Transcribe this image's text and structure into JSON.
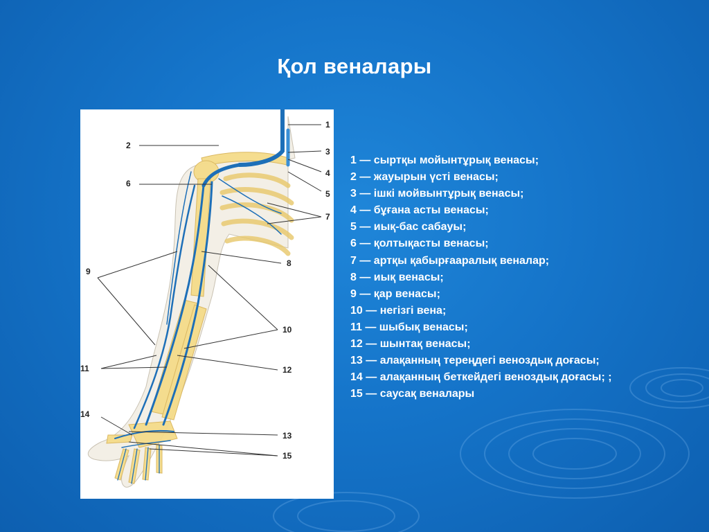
{
  "slide": {
    "title": "Қол веналары"
  },
  "figure": {
    "labels": [
      "1",
      "2",
      "3",
      "4",
      "5",
      "6",
      "7",
      "8",
      "9",
      "10",
      "11",
      "12",
      "13",
      "14",
      "15"
    ]
  },
  "legend": {
    "items": [
      "1 — сыртқы мойынтұрық венасы;",
      "2 — жауырын үсті венасы;",
      "3 — ішкі мойвынтұрық венасы;",
      "4 — бұғана асты венасы;",
      "5 — иық-бас сабауы;",
      "6 — қолтықасты венасы;",
      "7 — артқы қабырғааралық веналар;",
      "8 —  иық венасы;",
      "9 — қар венасы;",
      "10 — негізгі вена;",
      "11 — шыбық венасы;",
      "12 — шынтақ венасы;",
      "13 — алақанның тереңдегі веноздық доғасы;",
      "14 — алақанның беткейдегі веноздық доғасы; ;",
      "15 — саусақ веналары"
    ]
  },
  "colors": {
    "background": "#1574c9",
    "vein": "#1d6fb8",
    "bone": "#f5dc8a",
    "text": "#ffffff"
  }
}
